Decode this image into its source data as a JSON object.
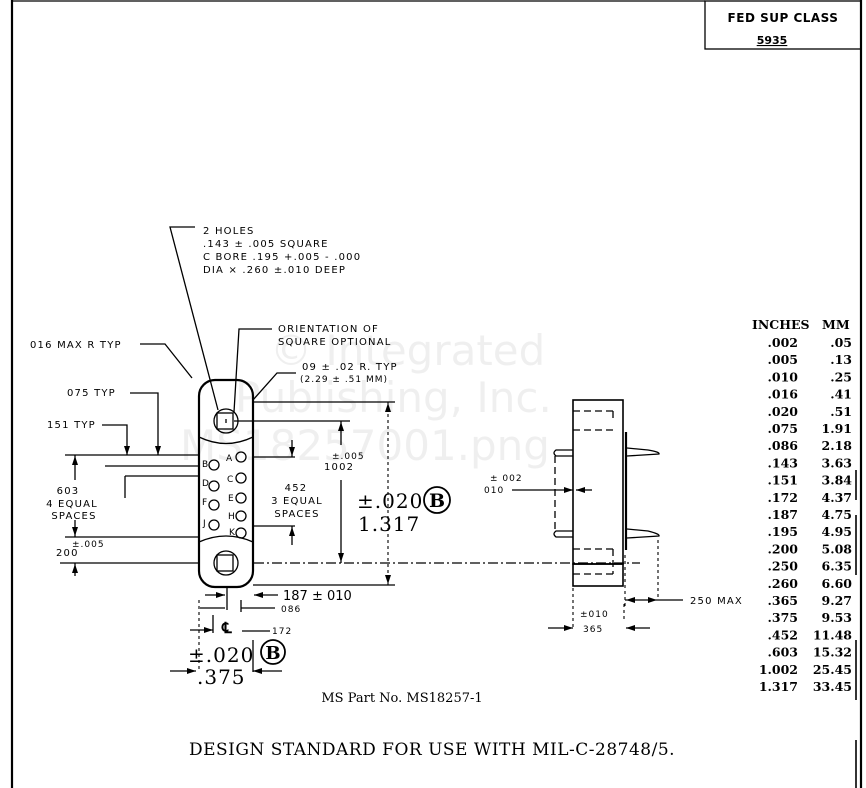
{
  "title_block": {
    "label": "FED SUP CLASS",
    "value": "5935"
  },
  "callouts": {
    "holes": [
      "2 HOLES",
      ".143 ± .005 SQUARE",
      "C BORE .195 +.005 - .000",
      "DIA × .260 ±.010 DEEP"
    ],
    "orientation": [
      "ORIENTATION OF",
      "SQUARE OPTIONAL"
    ],
    "radius": [
      "09 ± .02 R. TYP",
      "(2.29 ± .51 MM)"
    ],
    "max_r": "016 MAX R  TYP",
    "typ_075": "075 TYP",
    "typ_151": "151 TYP",
    "spaces_603": [
      "603",
      "4 EQUAL",
      "SPACES"
    ],
    "dim_200": "200",
    "tol_200": "±.005",
    "spaces_452": [
      "452",
      "3 EQUAL",
      "SPACES"
    ],
    "dim_1002": "1002",
    "tol_1002": "±.005",
    "tol_1317": "±.020",
    "dim_1317": "1.317",
    "datum": "B",
    "dim_187": "187 ± 010",
    "dim_086": "086",
    "centerline": "℄",
    "dim_172": "172",
    "tol_375": "±.020",
    "dim_375": ".375",
    "side_tol_010": "± 002",
    "side_dim_010": "010",
    "dim_250": "250 MAX",
    "side_tol_365": "±010",
    "side_dim_365": "365"
  },
  "contact_letters": [
    "A",
    "B",
    "C",
    "D",
    "E",
    "F",
    "H",
    "J",
    "K"
  ],
  "conversion_table": {
    "headers": [
      "INCHES",
      "MM"
    ],
    "rows": [
      [
        ".002",
        ".05"
      ],
      [
        ".005",
        ".13"
      ],
      [
        ".010",
        ".25"
      ],
      [
        ".016",
        ".41"
      ],
      [
        ".020",
        ".51"
      ],
      [
        ".075",
        "1.91"
      ],
      [
        ".086",
        "2.18"
      ],
      [
        ".143",
        "3.63"
      ],
      [
        ".151",
        "3.84"
      ],
      [
        ".172",
        "4.37"
      ],
      [
        ".187",
        "4.75"
      ],
      [
        ".195",
        "4.95"
      ],
      [
        ".200",
        "5.08"
      ],
      [
        ".250",
        "6.35"
      ],
      [
        ".260",
        "6.60"
      ],
      [
        ".365",
        "9.27"
      ],
      [
        ".375",
        "9.53"
      ],
      [
        ".452",
        "11.48"
      ],
      [
        ".603",
        "15.32"
      ],
      [
        "1.002",
        "25.45"
      ],
      [
        "1.317",
        "33.45"
      ]
    ]
  },
  "part_number": "MS Part No. MS18257-1",
  "footer": "DESIGN STANDARD FOR USE WITH MIL-C-28748/5.",
  "watermark": [
    "© Integrated",
    "Publishing, Inc.",
    "MS18257001.png"
  ]
}
